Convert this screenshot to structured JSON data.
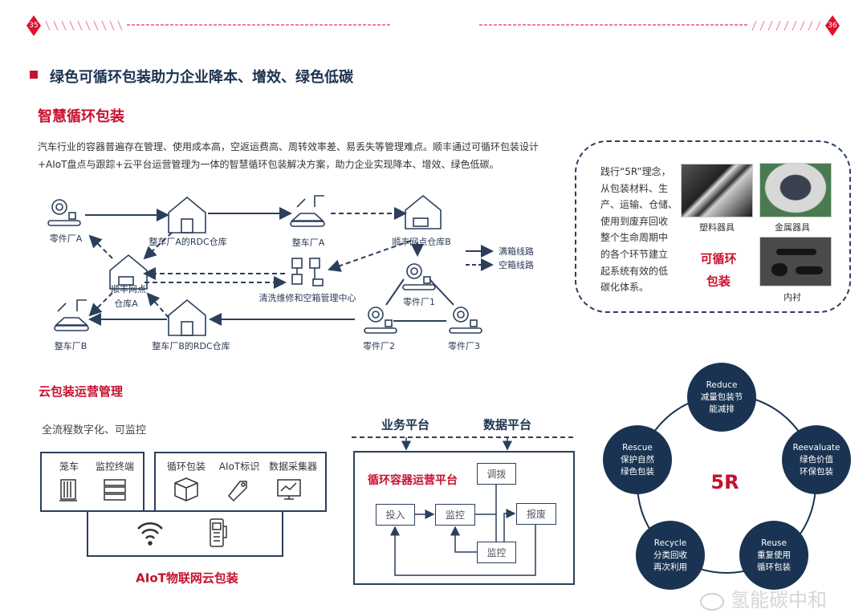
{
  "header": {
    "page_left": "35",
    "page_right": "36",
    "accent": "#e0102e"
  },
  "title": "绿色可循环包装助力企业降本、增效、绿色低碳",
  "section1": {
    "heading": "智慧循环包装",
    "paragraph_lines": [
      "汽车行业的容器普遍存在管理、使用成本高，空返运费高、周转效率差、易丢失等管理难点。顺丰通过可循环包装设计",
      "+AIoT盘点与跟踪+云平台运营管理为一体的智慧循环包装解决方案，助力企业实现降本、增效、绿色低碳。"
    ],
    "flow": {
      "nodes": {
        "partsA": "零件厂A",
        "rdcA": "整车厂A的RDC仓库",
        "plantA": "整车厂A",
        "sfB": "顺丰网点仓库B",
        "sfA_1": "顺丰网点",
        "sfA_2": "仓库A",
        "center": "清洗维修和空箱管理中心",
        "parts1": "零件厂1",
        "plantB": "整车厂B",
        "rdcB": "整车厂B的RDC仓库",
        "parts2": "零件厂2",
        "parts3": "零件厂3"
      },
      "legend": {
        "full": "满箱线路",
        "empty": "空箱线路"
      }
    }
  },
  "packaging_box": {
    "text_lines": [
      "践行“5R”理念，",
      "从包装材料、生",
      "产、运输、仓储、",
      "使用到废弃回收",
      "整个生命周期中",
      "的各个环节建立",
      "起系统有效的低",
      "碳化体系。"
    ],
    "center_label": [
      "可循环",
      "包装"
    ],
    "images": [
      {
        "label": "塑料器具"
      },
      {
        "label": "金属器具"
      },
      {
        "label": "内衬"
      }
    ]
  },
  "section2": {
    "heading": "云包装运营管理",
    "subtitle": "全流程数字化、可监控",
    "devices": [
      "笼车",
      "监控终端",
      "循环包装",
      "AIoT标识",
      "数据采集器"
    ],
    "caption": "AIoT物联网云包装"
  },
  "platform": {
    "top": [
      "业务平台",
      "数据平台"
    ],
    "title": "循环容器运营平台",
    "steps": {
      "dispatch": "调拨",
      "input": "投入",
      "monitor": "监控",
      "scrap": "报废",
      "monitor2": "监控"
    }
  },
  "five_r": {
    "center": "5R",
    "items": [
      {
        "en": "Reduce",
        "l1": "减量包装节",
        "l2": "能减排"
      },
      {
        "en": "Reevaluate",
        "l1": "绿色价值",
        "l2": "环保包装"
      },
      {
        "en": "Reuse",
        "l1": "重复使用",
        "l2": "循环包装"
      },
      {
        "en": "Recycle",
        "l1": "分类回收",
        "l2": "再次利用"
      },
      {
        "en": "Rescue",
        "l1": "保护自然",
        "l2": "绿色包装"
      }
    ],
    "color": "#1a3352"
  },
  "watermark": "氢能碳中和"
}
